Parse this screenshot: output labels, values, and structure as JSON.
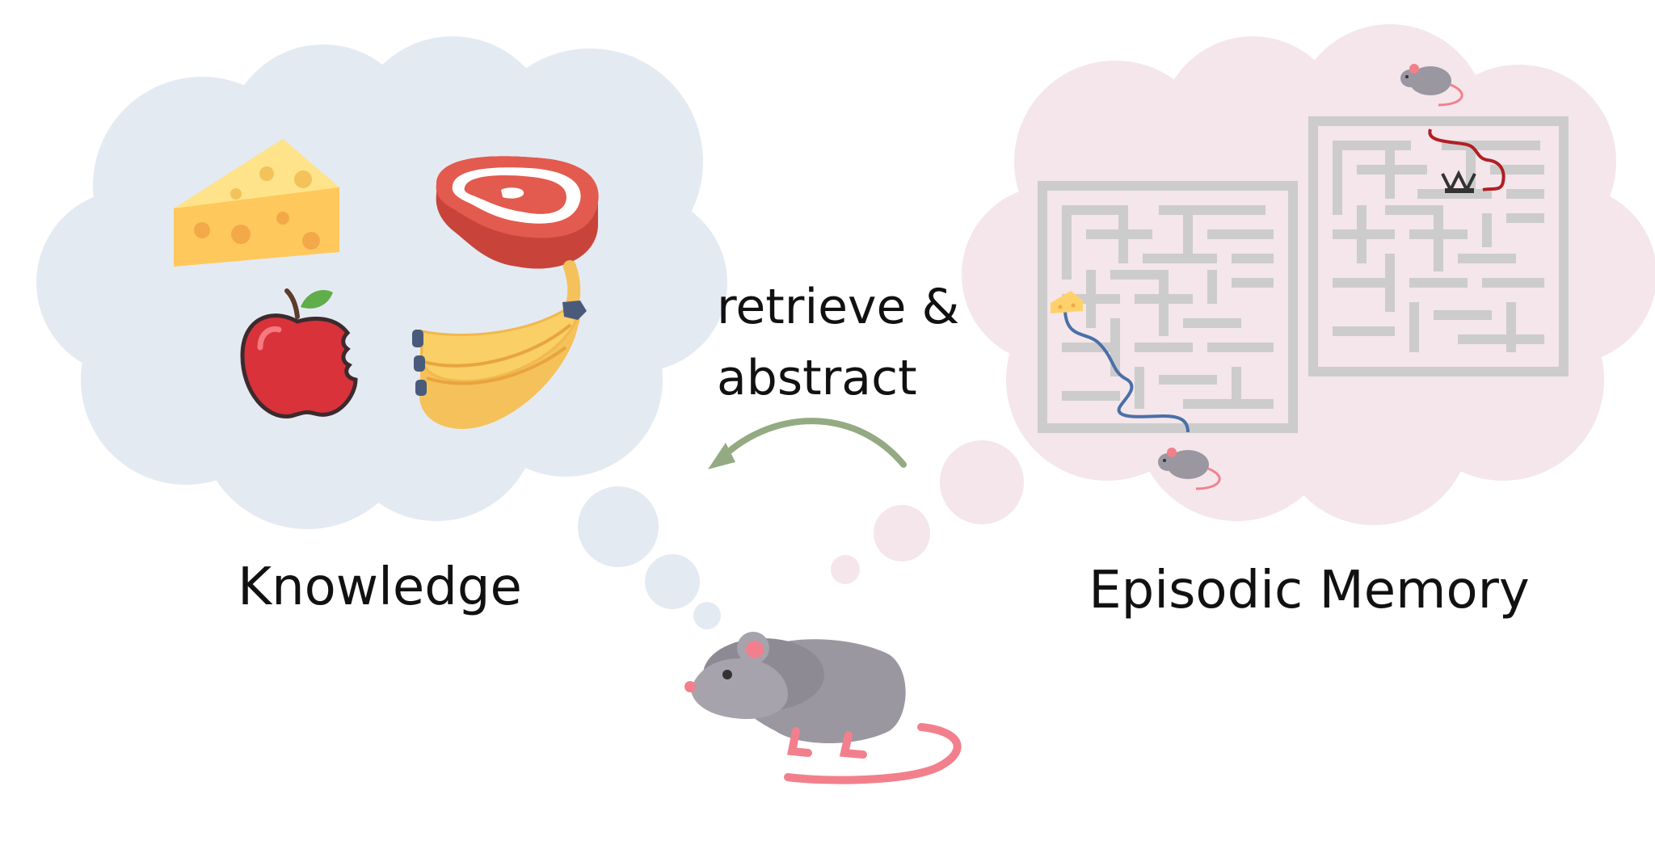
{
  "labels": {
    "knowledge": "Knowledge",
    "episodic": "Episodic Memory",
    "arrow_line1": "retrieve &",
    "arrow_line2": "abstract"
  },
  "colors": {
    "knowledge_cloud": "#e4eaf2",
    "memory_cloud": "#f4e6ea",
    "maze_wall": "#cccccc",
    "arrow": "#93aa82",
    "path_blue": "#4a6fa8",
    "path_red": "#b01f24",
    "mouse_body": "#9a97a0",
    "mouse_pink": "#f2808c"
  },
  "icons": [
    "cheese-icon",
    "steak-icon",
    "apple-icon",
    "banana-icon",
    "mouse-icon",
    "maze-icon",
    "trap-icon"
  ]
}
